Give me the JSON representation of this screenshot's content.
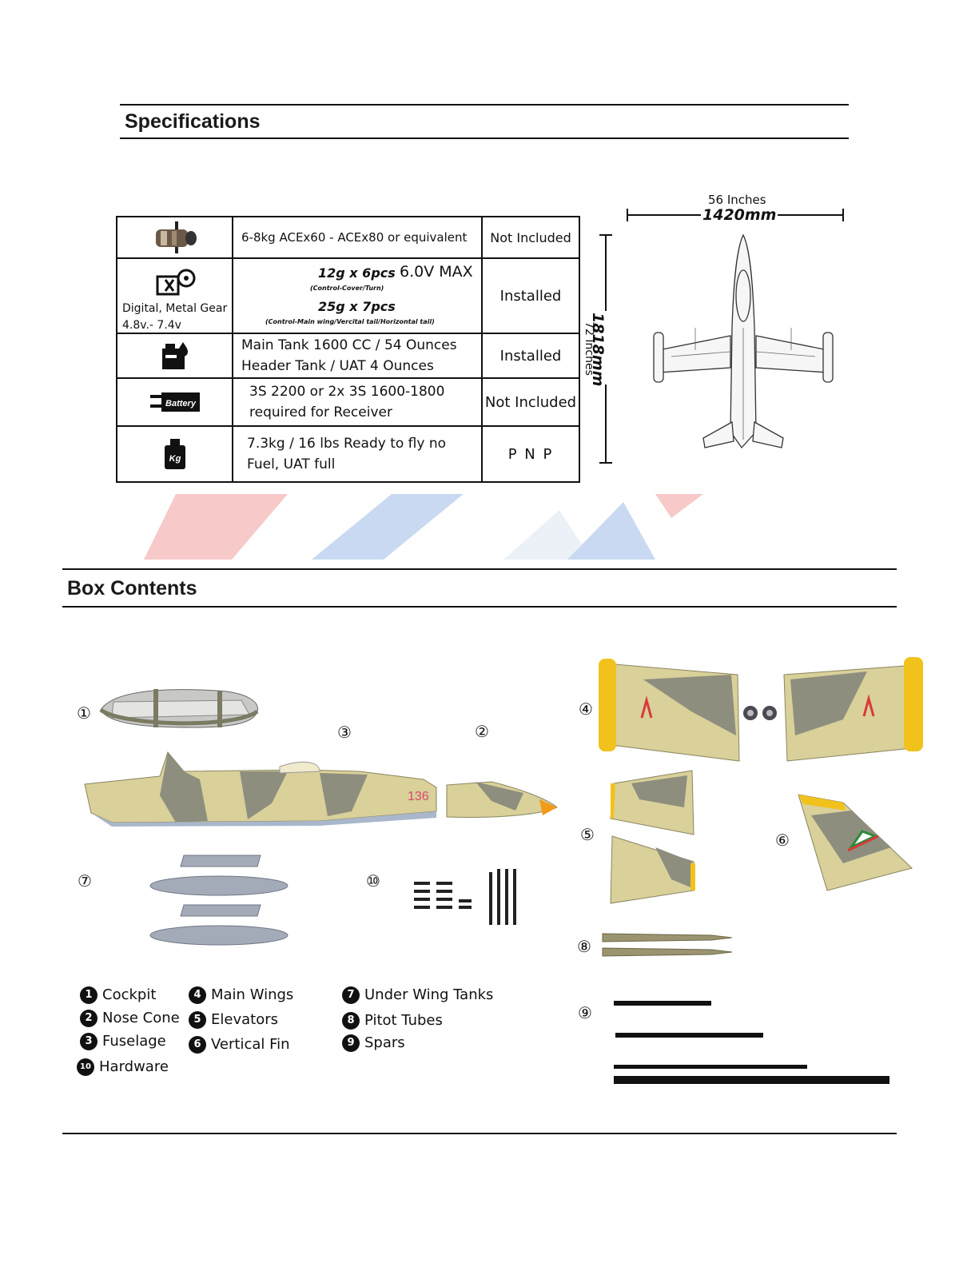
{
  "specifications": {
    "title": "Specifications",
    "rows": [
      {
        "icon": "jet-engine-icon",
        "description": "6-8kg ACEx60 - ACEx80 or equivalent",
        "status": "Not Included"
      },
      {
        "icon": "servo-icon",
        "icon_caption": "Digital, Metal Gear 4.8v.- 7.4v",
        "line1": "12g x 6pcs",
        "voltage": "6.0V MAX",
        "note1": "(Control-Cover/Turn)",
        "line2": "25g x 7pcs",
        "note2": "(Control-Main wing/Vercital tail/Horizontal tail)",
        "status": "Installed"
      },
      {
        "icon": "fuel-tank-icon",
        "line1": "Main Tank 1600 CC / 54 Ounces",
        "line2": "Header Tank / UAT 4 Ounces",
        "status": "Installed"
      },
      {
        "icon": "battery-icon",
        "icon_label": "Battery",
        "line1": "3S 2200 or 2x 3S 1600-1800",
        "line2": "required for Receiver",
        "status": "Not Included"
      },
      {
        "icon": "weight-icon",
        "icon_label": "Kg",
        "line1": "7.3kg / 16 lbs Ready to fly no",
        "line2": "Fuel, UAT full",
        "status": "P N P"
      }
    ]
  },
  "dimensions": {
    "wingspan_in": "56 Inches",
    "wingspan_mm": "1420mm",
    "length_mm": "1818mm",
    "length_in": "72 Inches"
  },
  "box_contents": {
    "title": "Box Contents",
    "legend": [
      {
        "num": "1",
        "label": "Cockpit"
      },
      {
        "num": "2",
        "label": "Nose Cone"
      },
      {
        "num": "3",
        "label": "Fuselage"
      },
      {
        "num": "4",
        "label": "Main Wings"
      },
      {
        "num": "5",
        "label": "Elevators"
      },
      {
        "num": "6",
        "label": "Vertical Fin"
      },
      {
        "num": "7",
        "label": "Under Wing Tanks"
      },
      {
        "num": "8",
        "label": "Pitot Tubes"
      },
      {
        "num": "9",
        "label": "Spars"
      },
      {
        "num": "10",
        "label": "Hardware"
      }
    ],
    "markers": [
      "①",
      "②",
      "③",
      "④",
      "⑤",
      "⑥",
      "⑦",
      "⑧",
      "⑨",
      "⑩"
    ],
    "fuselage_number": "136"
  },
  "colors": {
    "camo_sand": "#d9d09a",
    "camo_grey": "#8e8e7e",
    "accent_yellow": "#f2c21c",
    "nose_orange": "#f29a1a"
  }
}
